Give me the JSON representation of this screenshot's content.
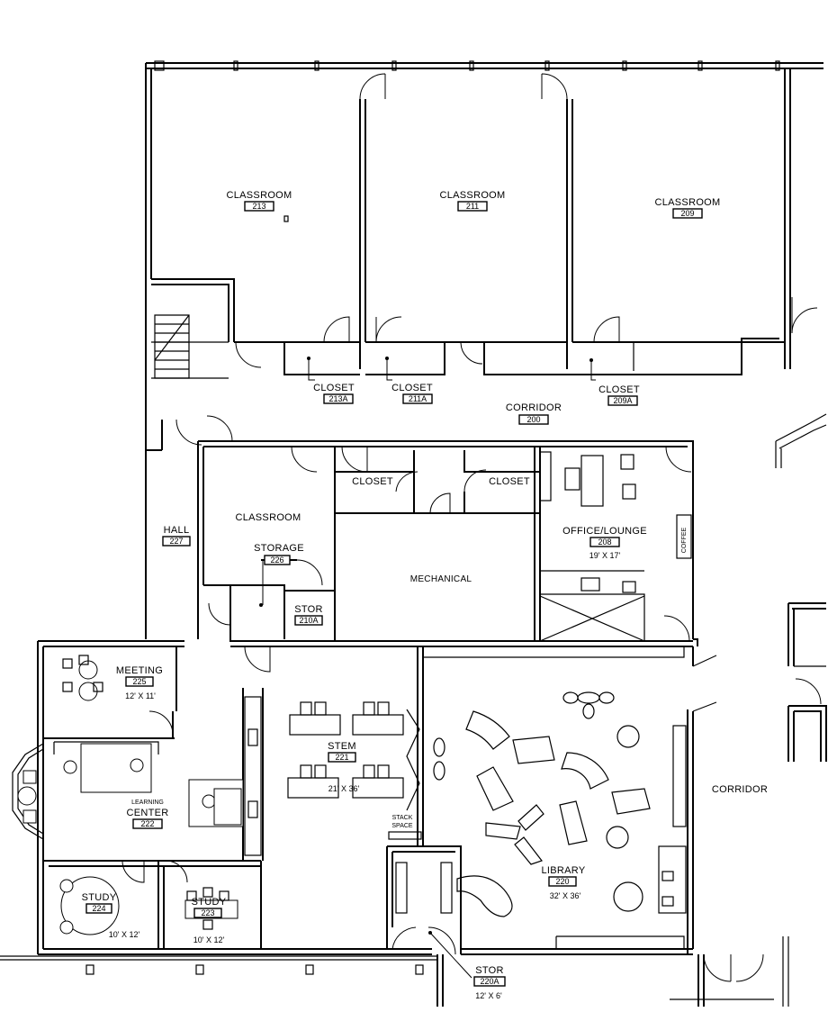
{
  "rooms": {
    "classroom_213": {
      "name": "CLASSROOM",
      "number": "213"
    },
    "classroom_211": {
      "name": "CLASSROOM",
      "number": "211"
    },
    "classroom_209": {
      "name": "CLASSROOM",
      "number": "209"
    },
    "closet_213a": {
      "name": "CLOSET",
      "number": "213A"
    },
    "closet_211a": {
      "name": "CLOSET",
      "number": "211A"
    },
    "closet_209a": {
      "name": "CLOSET",
      "number": "209A"
    },
    "corridor_200": {
      "name": "CORRIDOR",
      "number": "200"
    },
    "hall_227": {
      "name": "HALL",
      "number": "227"
    },
    "classroom_storage": {
      "name": "CLASSROOM"
    },
    "storage_226": {
      "name": "STORAGE",
      "number": "226"
    },
    "stor_210a": {
      "name": "STOR",
      "number": "210A"
    },
    "closet_a": {
      "name": "CLOSET"
    },
    "closet_b": {
      "name": "CLOSET"
    },
    "mechanical": {
      "name": "MECHANICAL"
    },
    "office_208": {
      "name": "OFFICE/LOUNGE",
      "number": "208",
      "size": "19' X 17'"
    },
    "meeting_225": {
      "name": "MEETING",
      "number": "225",
      "size": "12' X 11'"
    },
    "stem_221": {
      "name": "STEM",
      "number": "221",
      "size": "21' X 36'"
    },
    "learning_222": {
      "name_line1": "LEARNING",
      "name_line2": "CENTER",
      "number": "222"
    },
    "study_224": {
      "name": "STUDY",
      "number": "224",
      "size": "10' X 12'"
    },
    "study_223": {
      "name": "STUDY",
      "number": "223",
      "size": "10' X 12'"
    },
    "library_220": {
      "name": "LIBRARY",
      "number": "220",
      "size": "32' X 36'"
    },
    "stor_220a": {
      "name": "STOR",
      "number": "220A",
      "size": "12' X 6'"
    },
    "corridor_east": {
      "name": "CORRIDOR"
    },
    "stack_space": {
      "line1": "STACK",
      "line2": "SPACE"
    },
    "coffee": {
      "label": "COFFEE"
    }
  }
}
